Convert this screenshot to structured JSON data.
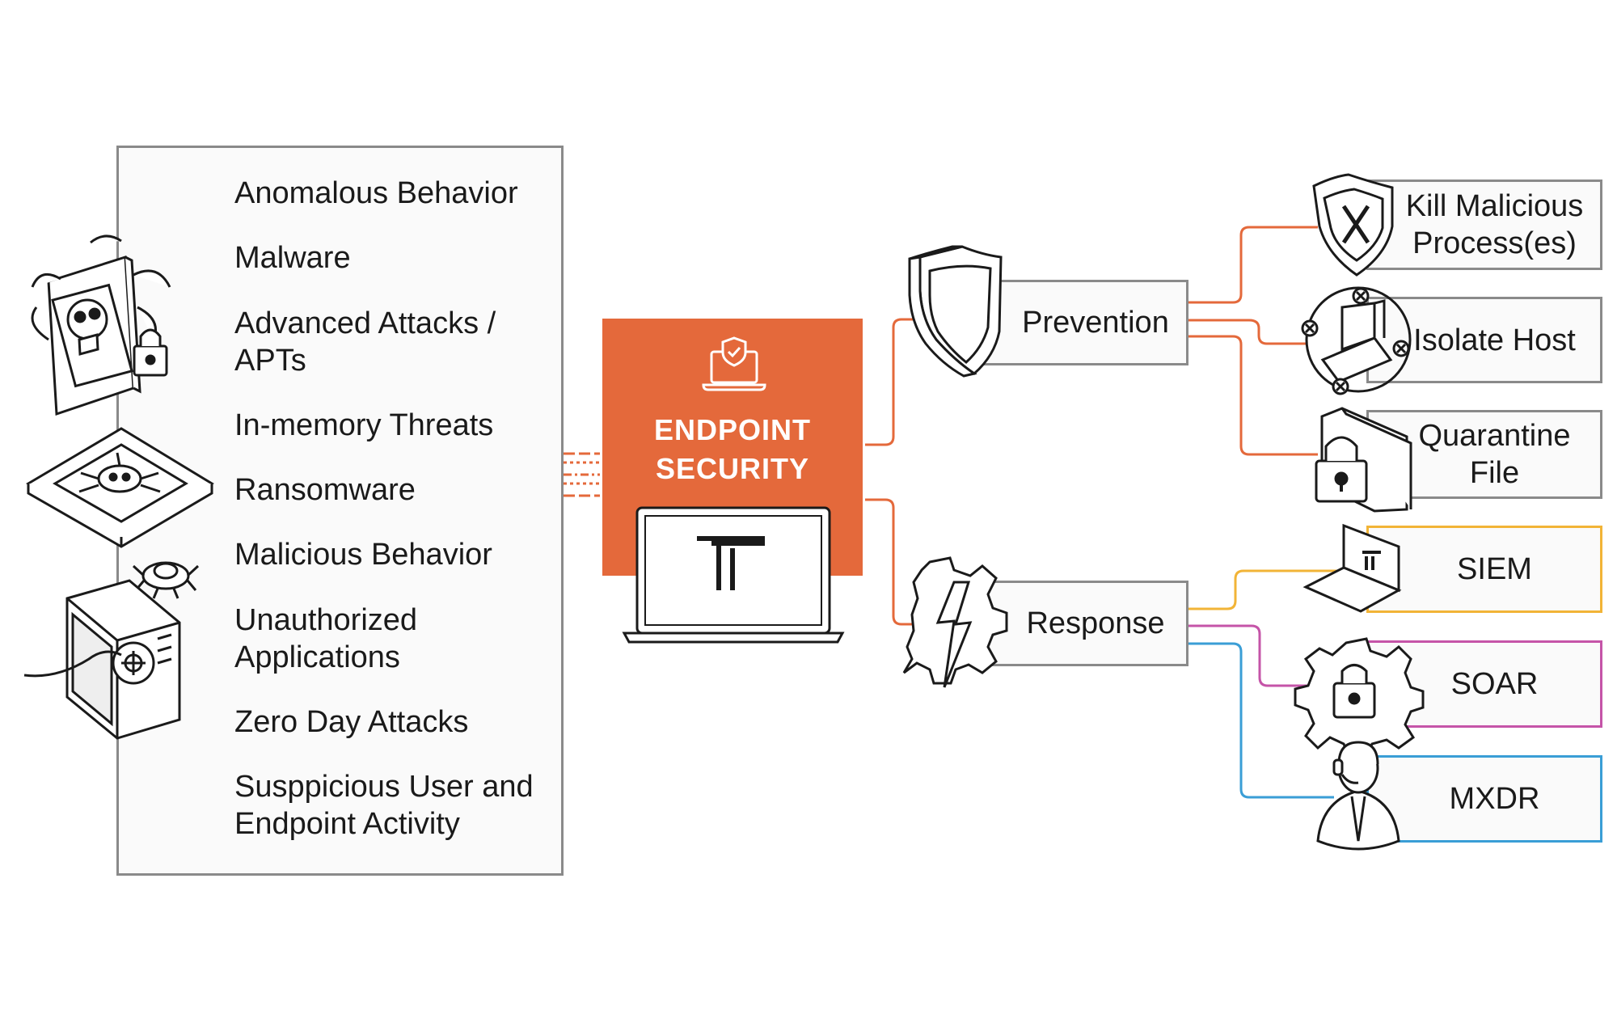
{
  "threats": [
    "Anomalous Behavior",
    "Malware",
    "Advanced Attacks /\nAPTs",
    "In-memory Threats",
    "Ransomware",
    "Malicious Behavior",
    "Unauthorized\nApplications",
    "Zero Day Attacks",
    "Susppicious User and\nEndpoint Activity"
  ],
  "center": {
    "title": "ENDPOINT\nSECURITY"
  },
  "branches": {
    "prevention": "Prevention",
    "response": "Response"
  },
  "prevention_actions": [
    "Kill Malicious\nProcess(es)",
    "Isolate Host",
    "Quarantine\nFile"
  ],
  "response_targets": [
    "SIEM",
    "SOAR",
    "MXDR"
  ],
  "colors": {
    "accent": "#e4693b",
    "siem": "#f2b437",
    "soar": "#c554a8",
    "mxdr": "#3a9ed6",
    "border": "#8a8a8a"
  },
  "icons": [
    "chained-tablet-skull-icon",
    "chip-bug-icon",
    "bug-icon",
    "server-vault-icon",
    "laptop-shield-icon",
    "logo-laptop-icon",
    "shield-icon",
    "gear-lightning-icon",
    "shield-x-icon",
    "isolated-laptop-icon",
    "locked-folder-icon",
    "siem-laptop-icon",
    "gear-lock-icon",
    "agent-headset-icon"
  ]
}
